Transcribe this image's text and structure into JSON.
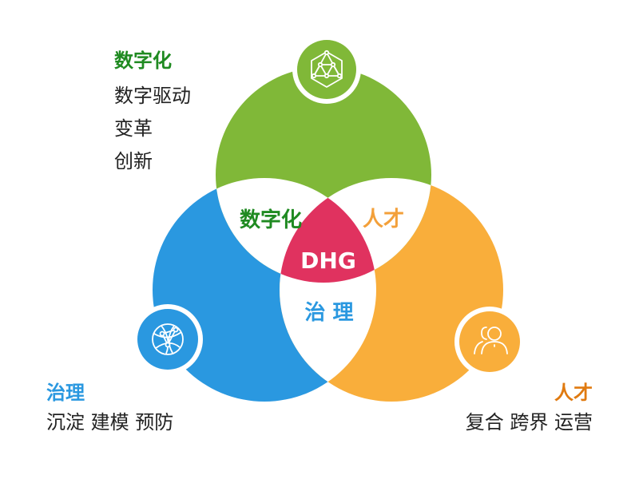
{
  "colors": {
    "green": "#80b838",
    "blue": "#2a98e0",
    "orange": "#f9ae3b",
    "center": "#e0325f",
    "green_text": "#1f8a21",
    "blue_text": "#2a98e0",
    "orange_text": "#f3a03a",
    "orange_title": "#e07a10"
  },
  "diagram": {
    "type": "venn",
    "center_label": "DHG",
    "circles": [
      {
        "id": "digital",
        "label": "数字化",
        "icon": "network-polyhedron-icon"
      },
      {
        "id": "governance",
        "label": "治理",
        "icon": "globe-network-icon"
      },
      {
        "id": "talent",
        "label": "人才",
        "icon": "users-icon"
      }
    ],
    "intersections": {
      "digital_governance": "数字化",
      "digital_talent": "人才",
      "governance_talent": "治 理"
    }
  },
  "callouts": {
    "digital": {
      "title": "数字化",
      "lines": [
        "数字驱动",
        "变革",
        "创新"
      ]
    },
    "governance": {
      "title": "治理",
      "line": "沉淀 建模 预防"
    },
    "talent": {
      "title": "人才",
      "line": "复合 跨界 运营"
    }
  }
}
